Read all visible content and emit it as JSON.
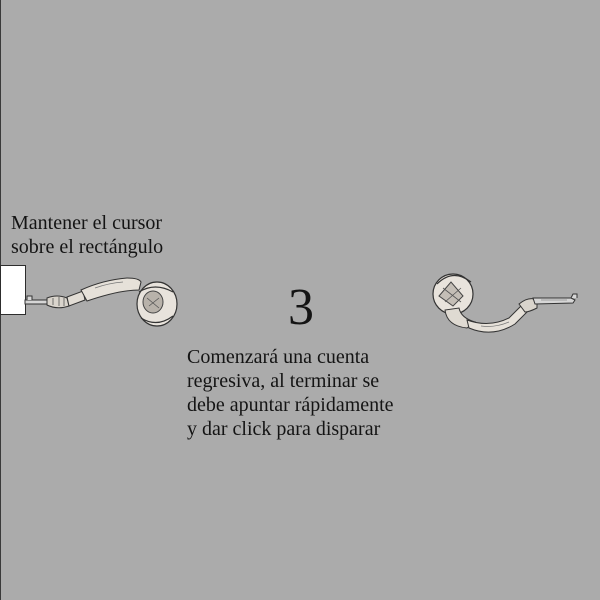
{
  "instructions_top": {
    "lines": [
      "Mantener el cursor",
      "sobre el rectángulo"
    ]
  },
  "countdown": {
    "value": "3"
  },
  "instructions_main": {
    "lines": [
      "Comenzará una cuenta",
      "regresiva, al terminar se",
      "debe apuntar rápidamente",
      "y dar click para disparar"
    ]
  },
  "colors": {
    "background": "#ababab",
    "text": "#141414",
    "hold_box": "#ffffff"
  },
  "icons": {
    "left_duelist": "arm-with-pistol-icon",
    "right_duelist": "arm-with-pistol-icon"
  }
}
